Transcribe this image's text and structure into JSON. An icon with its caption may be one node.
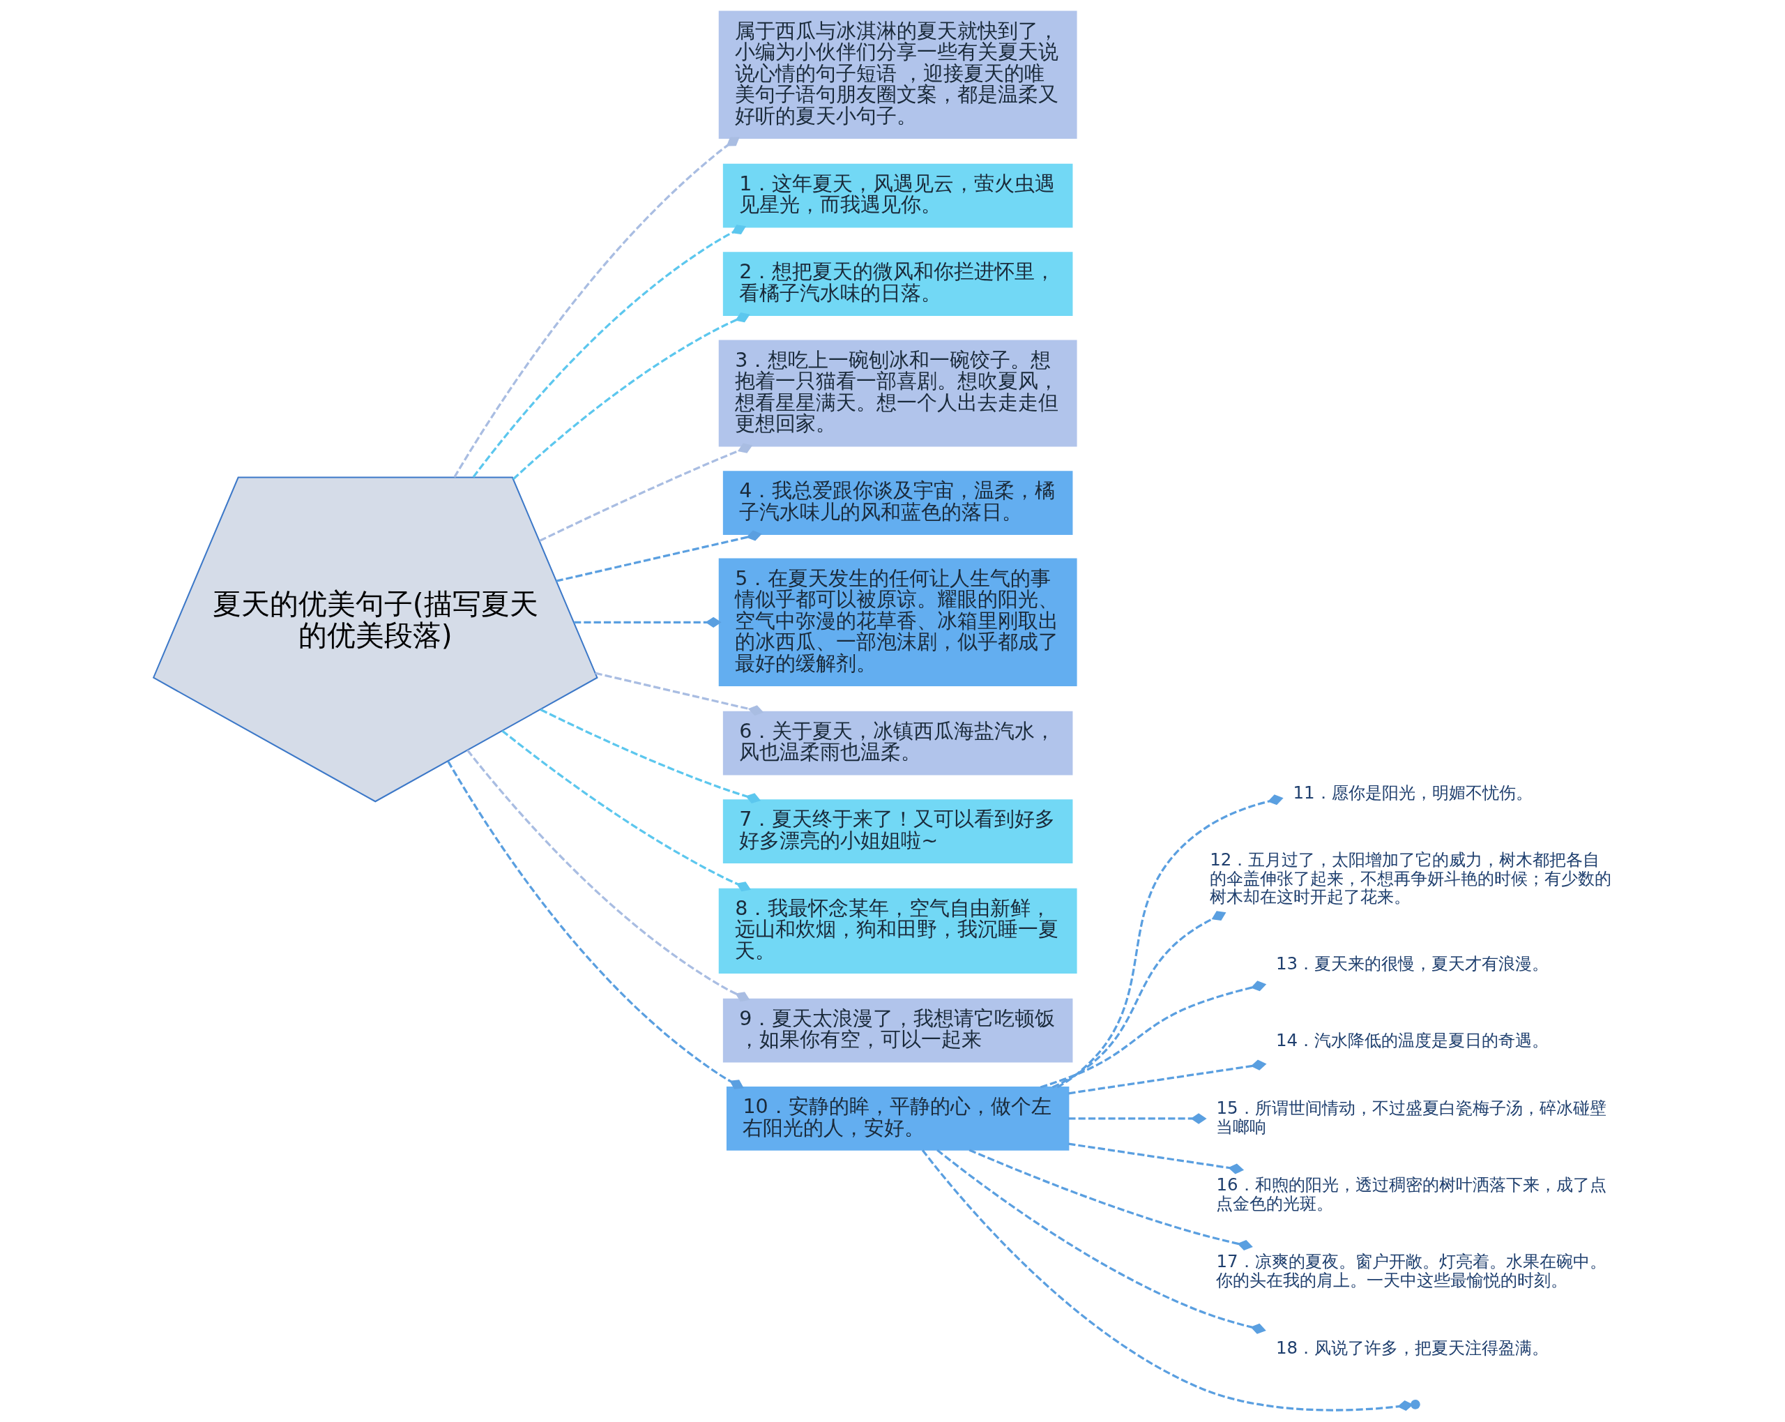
{
  "diagram": {
    "nodes": [
      {
        "text": [
          "夏天的优美句子(描写夏天的优美段落)"
        ]
      },
      {
        "text": [
          "属于西瓜与冰淇淋的夏天就快到了，小编为小伙伴们分享一些有关夏天说说心情的句子短语 ，迎接夏天的唯美句子语句朋友圈文案，都是温柔又好听的夏天小句子。"
        ]
      },
      {
        "text": [
          "1．这年夏天，风遇见云，萤火虫遇见星光，而我遇见你。"
        ]
      },
      {
        "text": [
          "2．想把夏天的微风和你拦进怀里，看橘子汽水味的日落。"
        ]
      },
      {
        "text": [
          "3．想吃上一碗刨冰和一碗饺子。想抱着一只猫看一部喜剧。想吹夏风，想看星星满天。想一个人出去走走但更想回家。"
        ]
      },
      {
        "text": [
          "4．我总爱跟你谈及宇宙，温柔，橘子汽水味儿的风和蓝色的落日。"
        ]
      },
      {
        "text": [
          "5．在夏天发生的任何让人生气的事情似乎都可以被原谅。耀眼的阳光、空气中弥漫的花草香、冰箱里刚取出的冰西瓜、一部泡沫剧，似乎都成了最好的缓解剂。"
        ]
      },
      {
        "text": [
          "6．关于夏天，冰镇西瓜海盐汽水，风也温柔雨也温柔。"
        ]
      },
      {
        "text": [
          "7．夏天终于来了！又可以看到好多好多漂亮的小姐姐啦~"
        ]
      },
      {
        "text": [
          "8．我最怀念某年，空气自由新鲜，远山和炊烟，狗和田野，我沉睡一夏天。"
        ]
      },
      {
        "text": [
          "9．夏天太浪漫了，我想请它吃顿饭，如果你有空，可以一起来"
        ]
      },
      {
        "text": [
          "10．安静的眸，平静的心，做个左右阳光的人，安好。"
        ]
      },
      {
        "text": [
          "11．愿你是阳光，明媚不忧伤。"
        ]
      },
      {
        "text": [
          "12．五月过了，太阳增加了它的威力，树木都把各自的伞盖伸张了起来，不想再争妍斗艳的时候；有少数的树木却在这时开起了花来。"
        ]
      },
      {
        "text": [
          "13．夏天来的很慢，夏天才有浪漫。"
        ]
      },
      {
        "text": [
          "14．汽水降低的温度是夏日的奇遇。"
        ]
      },
      {
        "text": [
          "15．所谓世间情动，不过盛夏白瓷梅子汤，碎冰碰壁当啷响"
        ]
      },
      {
        "text": [
          "16．和煦的阳光，透过稠密的树叶洒落下来，成了点点金色的光斑。"
        ]
      },
      {
        "text": [
          "17．凉爽的夏夜。窗户开敞。灯亮着。水果在碗中。你的头在我的肩上。一天中这些最愉悦的时刻。"
        ]
      },
      {
        "text": [
          "18．风说了许多，把夏天注得盈满。"
        ]
      },
      {
        "text": [],
        "shape": "point"
      }
    ],
    "edges": [
      {
        "from": 0,
        "to": 1,
        "arrow": "other",
        "style": "dashed",
        "color": "#a9bde2"
      },
      {
        "from": 0,
        "to": 2,
        "arrow": "other",
        "style": "dashed",
        "color": "#5cc7ee"
      },
      {
        "from": 0,
        "to": 3,
        "arrow": "other",
        "style": "dashed",
        "color": "#5cc7ee"
      },
      {
        "from": 0,
        "to": 4,
        "arrow": "other",
        "style": "dashed",
        "color": "#a9bde2"
      },
      {
        "from": 0,
        "to": 5,
        "arrow": "other",
        "style": "dashed"
      },
      {
        "from": 0,
        "to": 6,
        "arrow": "other",
        "style": "dashed"
      },
      {
        "from": 0,
        "to": 7,
        "arrow": "other",
        "style": "dashed",
        "color": "#a9bde2"
      },
      {
        "from": 0,
        "to": 8,
        "arrow": "other",
        "style": "dashed",
        "color": "#5cc7ee"
      },
      {
        "from": 0,
        "to": 9,
        "arrow": "other",
        "style": "dashed",
        "color": "#5cc7ee"
      },
      {
        "from": 0,
        "to": 10,
        "arrow": "other",
        "style": "dashed",
        "color": "#a9bde2"
      },
      {
        "from": 0,
        "to": 11,
        "arrow": "other",
        "style": "dashed"
      },
      {
        "from": 11,
        "to": 12,
        "arrow": "other",
        "style": "dashed"
      },
      {
        "from": 11,
        "to": 13,
        "arrow": "other",
        "style": "dashed"
      },
      {
        "from": 11,
        "to": 14,
        "arrow": "other",
        "style": "dashed"
      },
      {
        "from": 11,
        "to": 15,
        "arrow": "other",
        "style": "dashed"
      },
      {
        "from": 11,
        "to": 16,
        "arrow": "other",
        "style": "dashed"
      },
      {
        "from": 11,
        "to": 17,
        "arrow": "other",
        "style": "dashed"
      },
      {
        "from": 11,
        "to": 18,
        "arrow": "other",
        "style": "dashed"
      },
      {
        "from": 11,
        "to": 19,
        "arrow": "other",
        "style": "dashed"
      },
      {
        "from": 11,
        "to": 20,
        "arrow": "other",
        "style": "dashed"
      }
    ]
  }
}
